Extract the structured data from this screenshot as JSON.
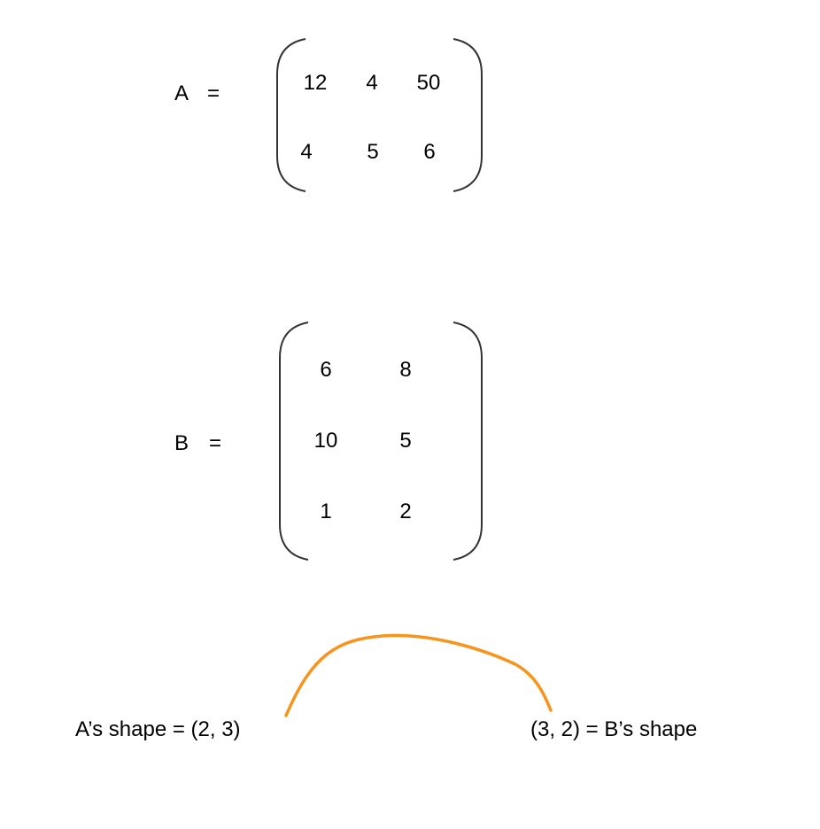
{
  "matrix_a": {
    "name": "A",
    "equals": "=",
    "rows": [
      [
        "12",
        "4",
        "50"
      ],
      [
        "4",
        "5",
        "6"
      ]
    ]
  },
  "matrix_b": {
    "name": "B",
    "equals": "=",
    "rows": [
      [
        "6",
        "8"
      ],
      [
        "10",
        "5"
      ],
      [
        "1",
        "2"
      ]
    ]
  },
  "shapes": {
    "a_shape_text": "A’s shape = (2, 3)",
    "b_shape_text": "(3, 2) = B’s shape"
  },
  "colors": {
    "text": "#000000",
    "bracket": "#333333",
    "connector": "#f7941d"
  }
}
